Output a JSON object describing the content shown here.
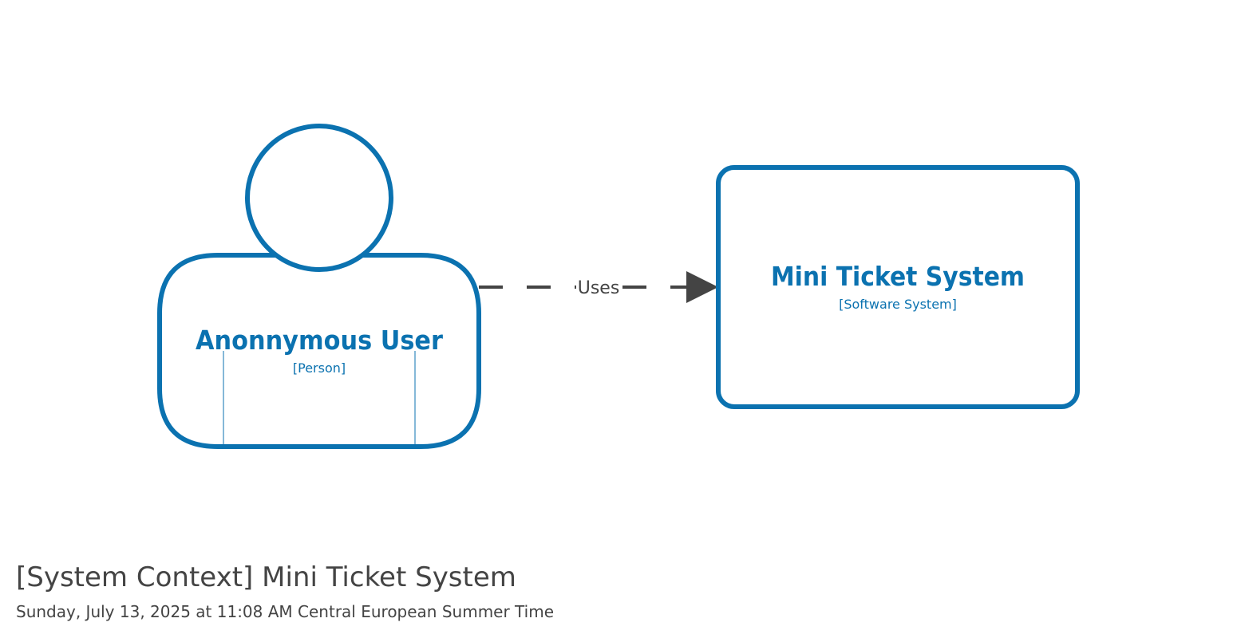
{
  "colors": {
    "element": "#0b72b0",
    "relationship": "#444444",
    "title": "#444444",
    "background": "#ffffff"
  },
  "diagram": {
    "title": "[System Context] Mini Ticket System",
    "subtitle": "Sunday, July 13, 2025 at 11:08 AM Central European Summer Time"
  },
  "elements": {
    "person": {
      "name": "Anonnymous User",
      "type": "[Person]",
      "shape": "person-icon"
    },
    "system": {
      "name": "Mini Ticket System",
      "type": "[Software System]",
      "shape": "rounded-box"
    }
  },
  "relationships": [
    {
      "from": "Anonnymous User",
      "to": "Mini Ticket System",
      "label": "Uses",
      "style": "dashed"
    }
  ]
}
